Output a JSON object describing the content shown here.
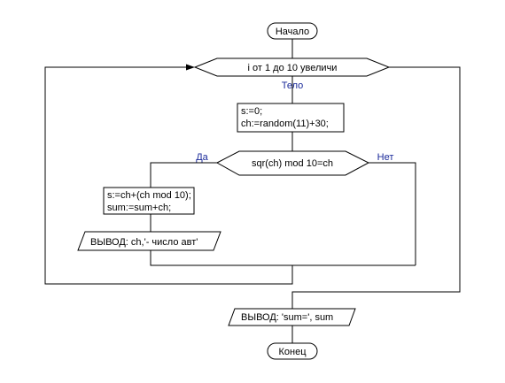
{
  "start_label": "Начало",
  "loop_header": "i  от  1  до  10 увеличи",
  "loop_body_label": "Тело",
  "init_block": [
    "s:=0;",
    "ch:=random(11)+30;"
  ],
  "condition": "sqr(ch) mod 10=ch",
  "yes_label": "Да",
  "no_label": "Нет",
  "yes_block": [
    "s:=ch+(ch mod 10);",
    "sum:=sum+ch;"
  ],
  "yes_output": "ВЫВОД:  ch,'- число авт'",
  "final_output": "ВЫВОД:  'sum=', sum",
  "end_label": "Конец",
  "colors": {
    "stroke": "#000000",
    "branch_label": "#1a2a9a"
  }
}
